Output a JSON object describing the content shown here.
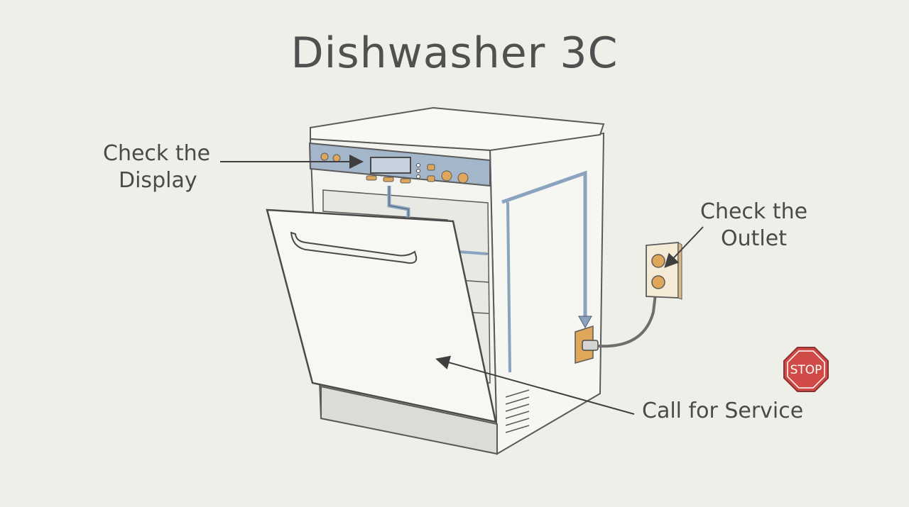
{
  "title": "Dishwasher 3C",
  "steps": {
    "display": {
      "line1": "Check the",
      "line2": "Display"
    },
    "outlet": {
      "line1": "Check the",
      "line2": "Outlet"
    },
    "service": {
      "text": "Call for Service"
    }
  },
  "stop_sign": {
    "text": "STOP",
    "color": "#d04b48"
  },
  "colors": {
    "background": "#efefea",
    "ink": "#4a4a4a",
    "panel_blue": "#8aa3bf",
    "pipe_blue": "#7f97b4",
    "button_orange": "#e0a75a",
    "outlet_plate": "#ead6b8"
  }
}
